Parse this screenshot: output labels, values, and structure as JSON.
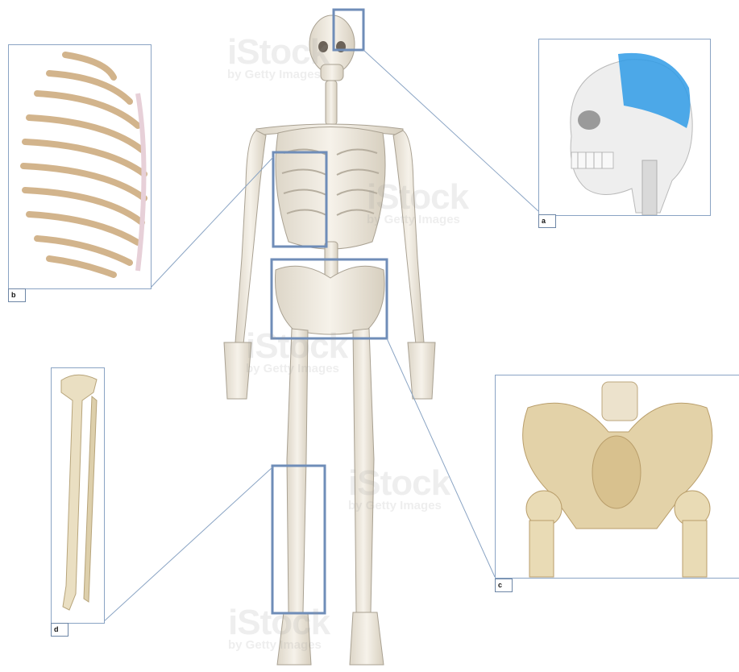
{
  "labels": {
    "a": "a",
    "b": "b",
    "c": "c",
    "d": "d"
  },
  "watermark": {
    "brand": "iStock",
    "credit": "by Getty Images"
  },
  "colors": {
    "bone": "#efeae0",
    "bone_shade": "#cfc7b6",
    "frame": "#6f8db8",
    "leader": "#8aa4c4",
    "highlight": "#2f9be6",
    "natural_bone": "#e3d2a8"
  }
}
